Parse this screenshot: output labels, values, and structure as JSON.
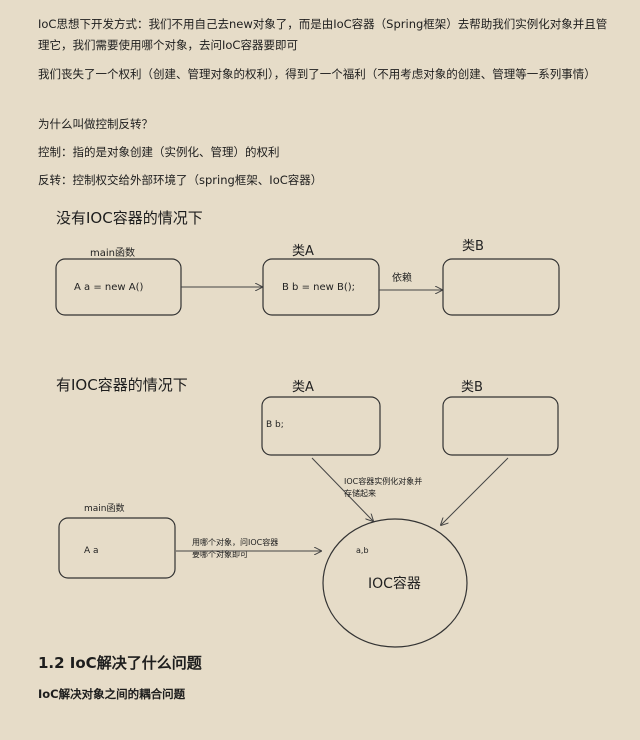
{
  "paragraphs": [
    "IoC思想下开发方式：我们不用自己去new对象了，而是由IoC容器（Spring框架）去帮助我们实例化对象并且管理它，我们需要使用哪个对象，去问IoC容器要即可",
    "我们丧失了一个权利（创建、管理对象的权利），得到了一个福利（不用考虑对象的创建、管理等一系列事情）",
    "为什么叫做控制反转？",
    "控制：指的是对象创建（实例化、管理）的权利",
    "反转：控制权交给外部环境了（spring框架、IoC容器）"
  ],
  "diagram1": {
    "title": "没有IOC容器的情况下",
    "main_label": "main函数",
    "main_code": "A a = new A()",
    "classA_label": "类A",
    "classA_code": "B b = new B();",
    "dependency_label": "依赖",
    "classB_label": "类B"
  },
  "diagram2": {
    "title": "有IOC容器的情况下",
    "classA_label": "类A",
    "classA_code": "B b;",
    "classB_label": "类B",
    "container_note_line1": "IOC容器实例化对象并",
    "container_note_line2": "存储起来",
    "main_label": "main函数",
    "main_code": "A a",
    "request_line1": "用哪个对象，问IOC容器",
    "request_line2": "要哪个对象即可",
    "container_inner": "a,b",
    "container_label": "IOC容器"
  },
  "section_heading": "1.2 IoC解决了什么问题",
  "section_text": "IoC解决对象之间的耦合问题"
}
